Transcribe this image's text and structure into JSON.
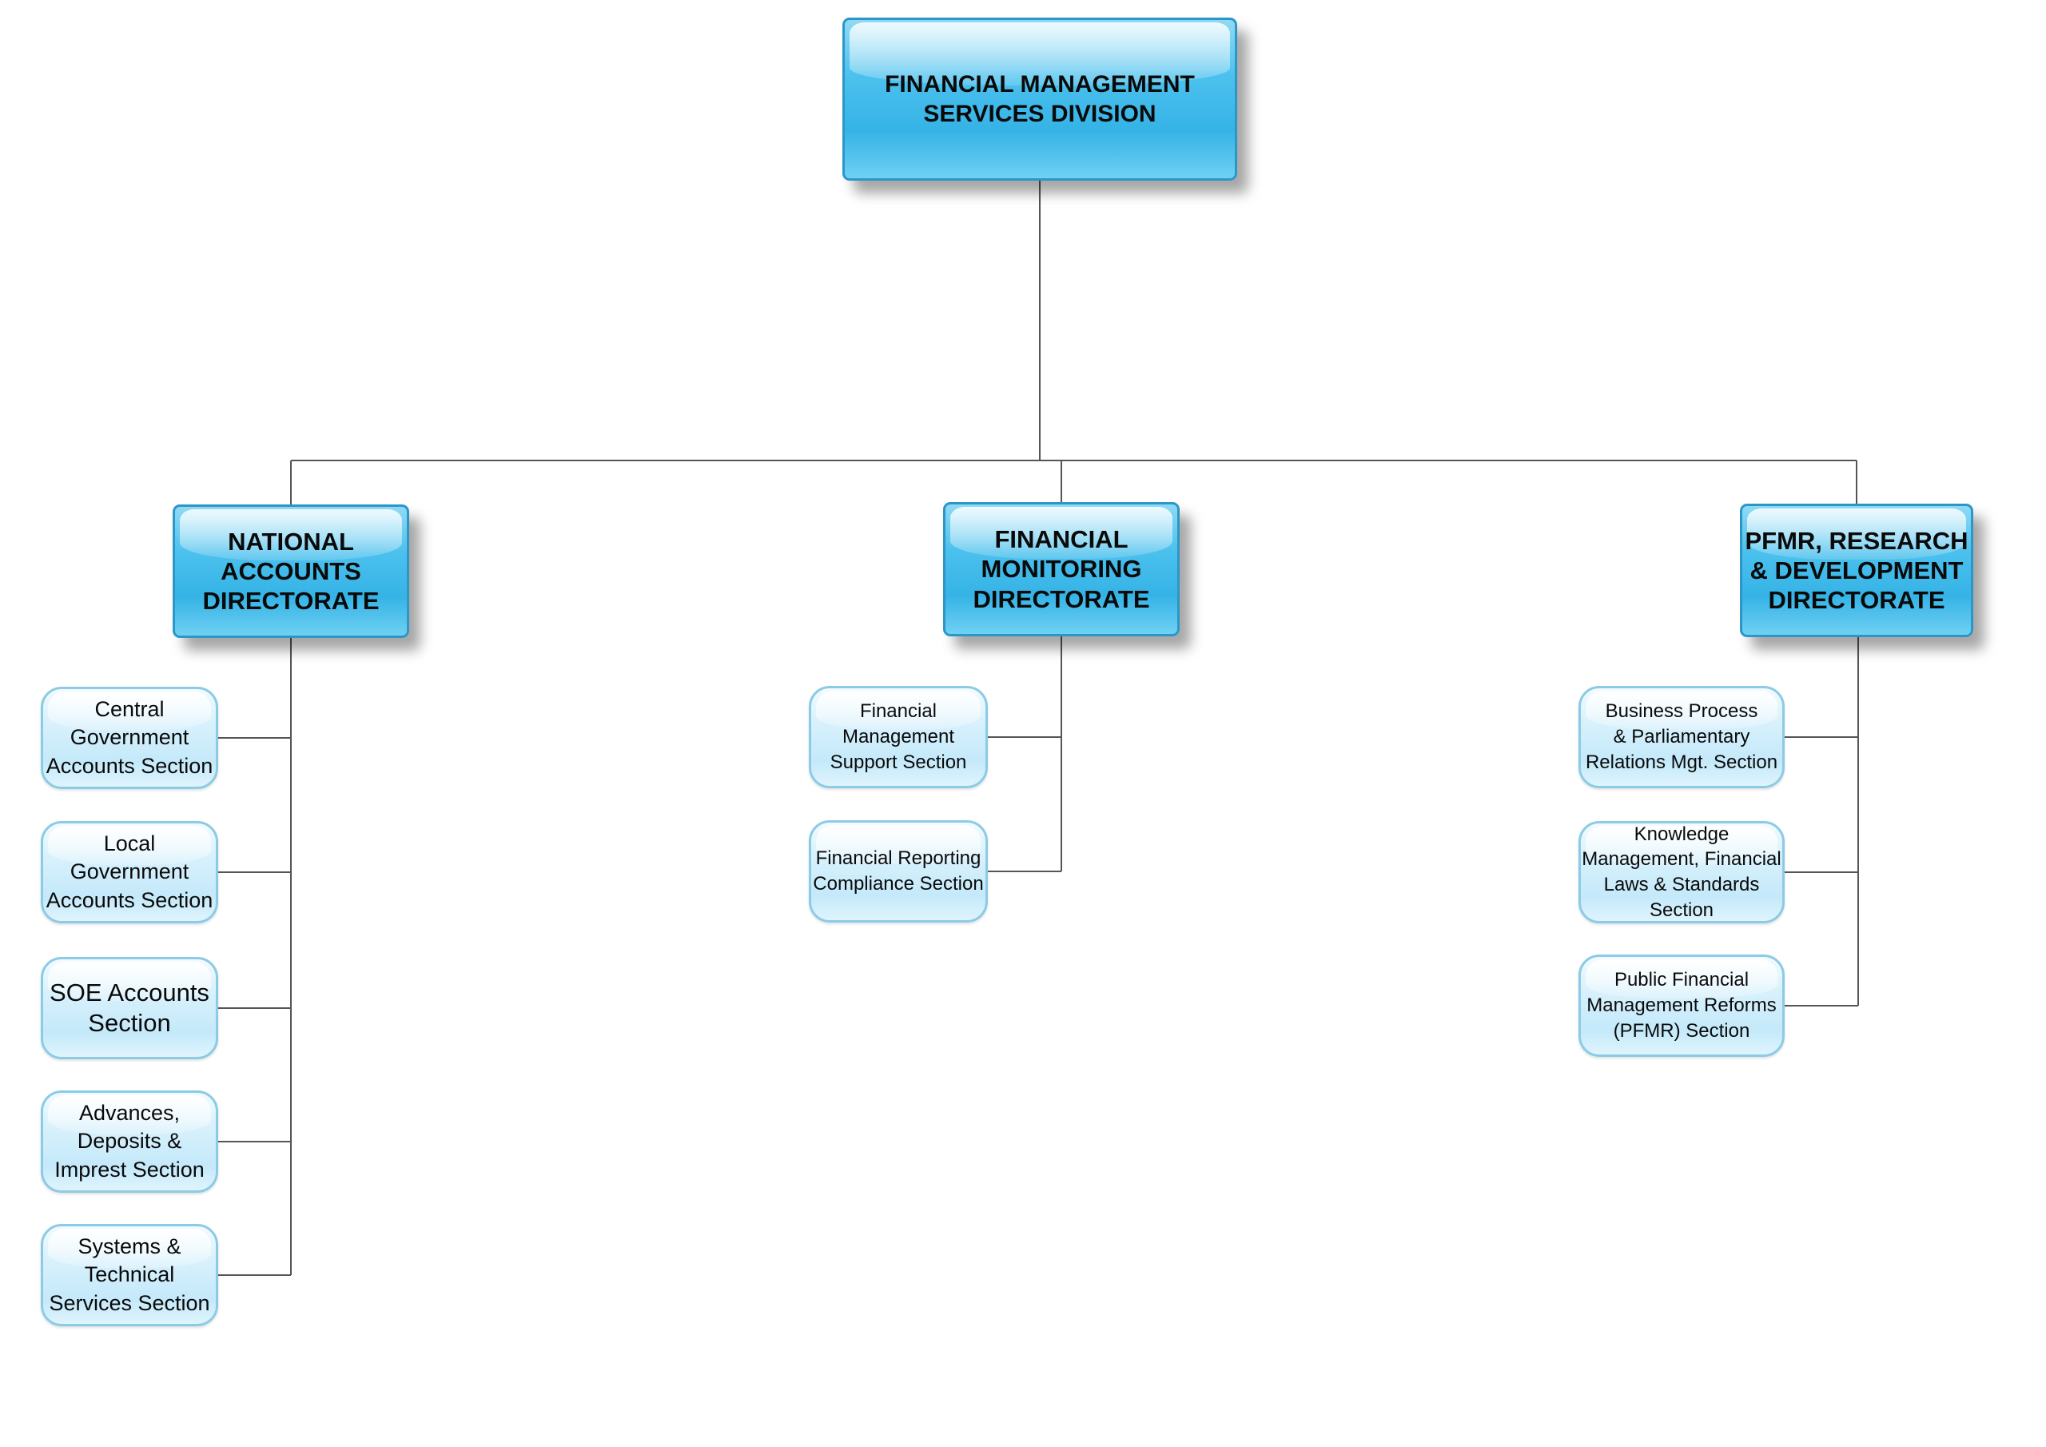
{
  "root": {
    "label": "FINANCIAL MANAGEMENT\nSERVICES DIVISION"
  },
  "directorates": [
    {
      "label": "NATIONAL\nACCOUNTS\nDIRECTORATE",
      "sections": [
        "Central\nGovernment\nAccounts Section",
        "Local\nGovernment\nAccounts Section",
        "SOE Accounts\nSection",
        "Advances,\nDeposits &\nImprest Section",
        "Systems &\nTechnical\nServices Section"
      ]
    },
    {
      "label": "FINANCIAL\nMONITORING\nDIRECTORATE",
      "sections": [
        "Financial\nManagement\nSupport Section",
        "Financial Reporting\nCompliance Section"
      ]
    },
    {
      "label": "PFMR, RESEARCH\n& DEVELOPMENT\nDIRECTORATE",
      "sections": [
        "Business Process\n& Parliamentary\nRelations Mgt. Section",
        "Knowledge\nManagement, Financial\nLaws & Standards\nSection",
        "Public Financial\nManagement Reforms\n(PFMR) Section"
      ]
    }
  ],
  "colors": {
    "head_fill": "#35b3e6",
    "head_border": "#2c97c7",
    "section_fill": "#c4e9fa",
    "section_border": "#8ccbe6",
    "connector": "#555555"
  }
}
